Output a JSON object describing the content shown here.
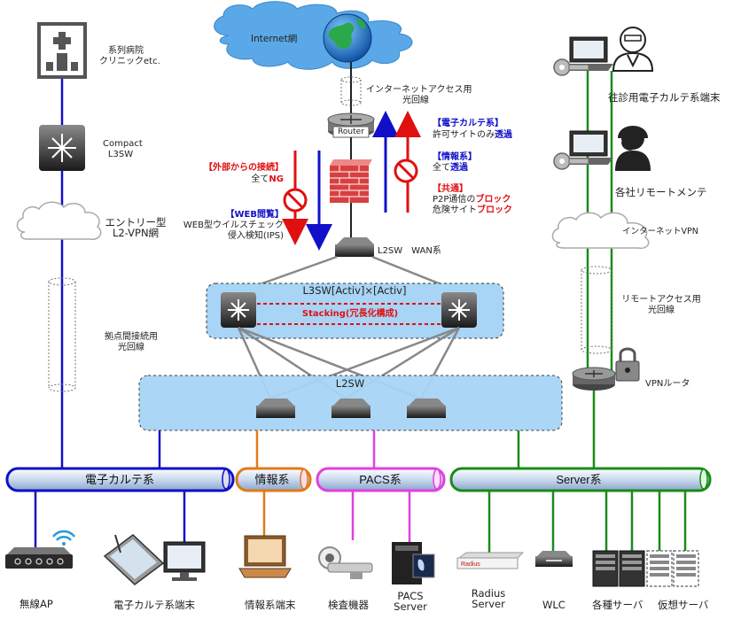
{
  "cloud": {
    "internet": "Internet網",
    "l2vpn_line1": "エントリー型",
    "l2vpn_line2": "L2-VPN網",
    "internet_vpn": "インターネットVPN"
  },
  "hospital": {
    "line1": "系列病院",
    "line2": "クリニックetc."
  },
  "compact_l3sw": {
    "line1": "Compact",
    "line2": "L3SW"
  },
  "site_line": {
    "line1": "拠点間接続用",
    "line2": "光回線"
  },
  "inet_access": {
    "line1": "インターネットアクセス用",
    "line2": "光回線"
  },
  "router": {
    "label": "Router"
  },
  "external": {
    "title": "【外部からの接続】",
    "line2_pre": "全て",
    "line2_em": "NG"
  },
  "web": {
    "title": "【WEB閲覧】",
    "line2": "WEB型ウイルスチェック",
    "line3": "侵入検知(IPS)"
  },
  "emr_policy": {
    "title": "【電子カルテ系】",
    "line2_pre": "許可サイトのみ",
    "line2_em": "透過"
  },
  "info_policy": {
    "title": "【情報系】",
    "line2_pre": "全て",
    "line2_em": "透過"
  },
  "common": {
    "title": "【共通】",
    "line2_pre": "P2P通信の",
    "line2_em": "ブロック",
    "line3_pre": "危険サイト",
    "line3_em": "ブロック"
  },
  "l2sw_wan": {
    "label": "L2SW　WAN系"
  },
  "l3sw_group": {
    "title": "L3SW[Activ]×[Activ]",
    "stacking": "Stacking(冗長化構成)"
  },
  "l2sw_group": {
    "title": "L2SW"
  },
  "remote": {
    "home_emr": "往診用電子カルテ系端末",
    "maintenance": "各社リモートメンテ",
    "line1": "リモートアクセス用",
    "line2": "光回線",
    "vpn_router": "VPNルータ"
  },
  "buses": [
    {
      "key": "emr",
      "label": "電子カルテ系",
      "color": "#1010c8"
    },
    {
      "key": "info",
      "label": "情報系",
      "color": "#e07a1a"
    },
    {
      "key": "pacs",
      "label": "PACS系",
      "color": "#e040e0"
    },
    {
      "key": "server",
      "label": "Server系",
      "color": "#1a8a1a"
    }
  ],
  "devices": {
    "wireless_ap": "無線AP",
    "emr_terminal": "電子カルテ系端末",
    "info_terminal": "情報系端末",
    "exam_device": "検査機器",
    "pacs_server_1": "PACS",
    "pacs_server_2": "Server",
    "radius_1": "Radius",
    "radius_2": "Server",
    "wlc": "WLC",
    "servers": "各種サーバ",
    "virtual_servers": "仮想サーバ",
    "radius_box_text": "Radius"
  },
  "colors": {
    "emr": "#1010c8",
    "info": "#e07a1a",
    "pacs": "#e040e0",
    "server": "#1a8a1a",
    "blocked": "#e01010",
    "allowed_blue": "#1010c8",
    "group_fill": "#a8d4f5"
  }
}
